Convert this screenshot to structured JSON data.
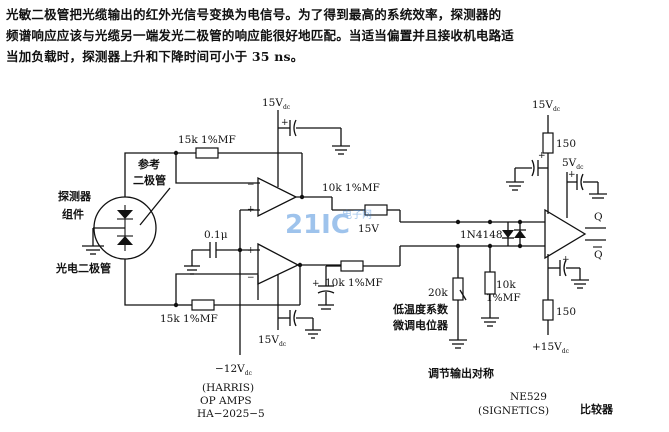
{
  "description": [
    "光敏二极管把光缆输出的红外光信号变换为电信号。为了得到最高的系统效率，探测器的",
    "频谱响应应该与光缆另一端发光二极管的响应能很好地匹配。当适当偏置并且接收机电路适",
    "当加负载时，探测器上升和下降时间可小于 35 ns。"
  ],
  "labels": {
    "vplus_left": "15V",
    "vplus_left_sub": "dc",
    "vplus_bottom": "15V",
    "vplus_bottom_sub": "dc",
    "vminus_bottom": "−12V",
    "vminus_bottom_sub": "dc",
    "vplus_comp_top": "15V",
    "vplus_comp_top_sub": "dc",
    "vplus_comp_bottom": "+15V",
    "vplus_comp_bottom_sub": "dc",
    "v5": "5V",
    "v5_sub": "dc",
    "r_top_fb": "15k 1%MF",
    "r_bottom_fb": "15k 1%MF",
    "r_out_top": "10k 1%MF",
    "r_out_bottom": "10k 1%MF",
    "r_10k_bottom": "10k",
    "r_10k_bottom_mf": "1%MF",
    "r_150_top": "150",
    "r_150_bottom": "150",
    "pot_20k": "20k",
    "cap_01": "0.1μ",
    "plus15v": "+15V",
    "diode": "1N4148",
    "out_q": "Q",
    "out_qbar": "Q",
    "ref_diode_1": "参考",
    "ref_diode_2": "二极管",
    "detector_1": "探测器",
    "detector_2": "组件",
    "photodiode": "光电二极管",
    "pot_note_1": "低温度系数",
    "pot_note_2": "微调电位器",
    "adjust_note": "调节输出对称",
    "opamp_1": "(HARRIS)",
    "opamp_2": "OP AMPS",
    "opamp_3": "HA−2025−5",
    "comp_1": "NE529",
    "comp_2": "(SIGNETICS)",
    "comp_3": "比较器",
    "watermark": "21IC",
    "watermark_cn": "电子网"
  }
}
